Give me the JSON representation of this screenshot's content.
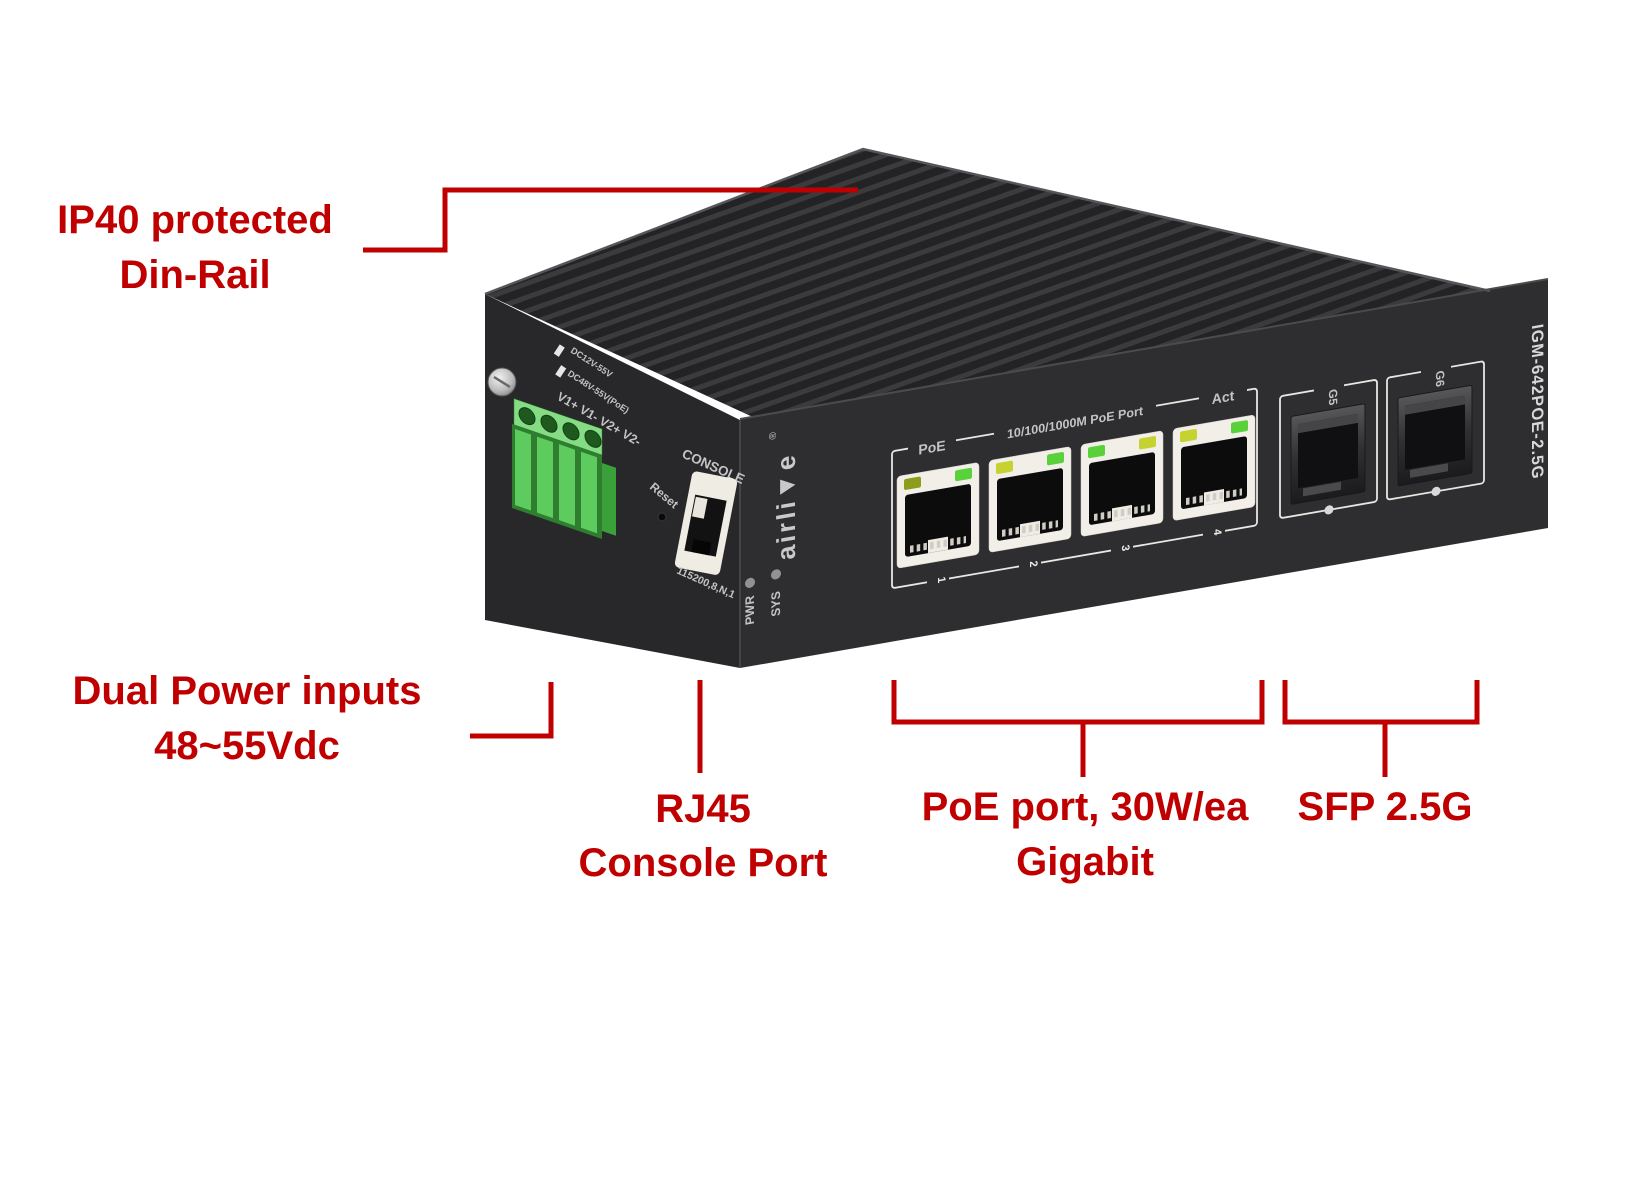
{
  "annotations": {
    "ip40": {
      "line1": "IP40 protected",
      "line2": "Din-Rail"
    },
    "dual_power": {
      "line1": "Dual Power inputs",
      "line2": "48~55Vdc"
    },
    "rj45_console": {
      "line1": "RJ45",
      "line2": "Console Port"
    },
    "poe_port": {
      "line1": "PoE port, 30W/ea",
      "line2": "Gigabit"
    },
    "sfp": {
      "line1": "SFP 2.5G"
    }
  },
  "device": {
    "brand_display": "airli▼e",
    "registered_mark": "®",
    "model": "IGM-642POE-2.5G",
    "left_panel": {
      "power_input_label_1": "DC12V-55V",
      "power_input_label_2": "DC48V-55V(PoE)",
      "terminal_label": "V1+ V1- V2+ V2-",
      "reset_label": "Reset",
      "console_label": "CONSOLE",
      "console_params": "115200,8,N,1"
    },
    "front_panel": {
      "poe_label": "PoE",
      "port_group_label": "10/100/1000M PoE Port",
      "act_label": "Act",
      "pwr_label": "PWR",
      "sys_label": "SYS",
      "port_numbers": [
        "1",
        "2",
        "3",
        "4"
      ],
      "sfp_ports": [
        "G5",
        "G6"
      ]
    }
  },
  "colors": {
    "annotation_red": "#c00000",
    "led_green": "#59d13b",
    "led_yellow_green": "#c5d22f",
    "terminal_green": "#4cb84c",
    "chassis_dark": "#2e2e30",
    "port_frame_white": "#f2efe9"
  }
}
